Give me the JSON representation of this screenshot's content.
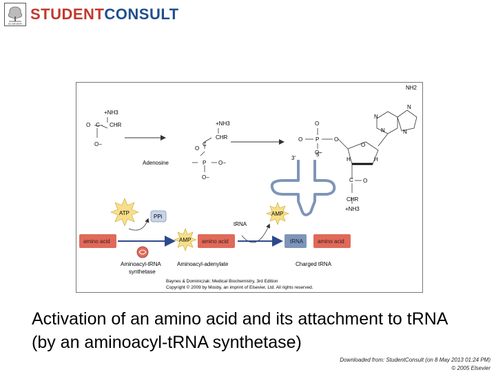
{
  "logo": {
    "publisher": "ELSEVIER",
    "student": "STUDENT",
    "consult": "CONSULT"
  },
  "diagram": {
    "nh3_top": "+NH3",
    "chr_top": "CHR",
    "c_label": "C",
    "o_label": "O",
    "o_minus": "O−",
    "p_label": "P",
    "n_label": "N",
    "h_label": "H",
    "nh2": "NH2",
    "adenosine": "Adenosine",
    "three_prime": "3'",
    "five_prime": "5'",
    "atp": "ATP",
    "ppi": "PPi",
    "amp": "AMP",
    "amp2": "AMP",
    "trna_arrow": "tRNA",
    "amino_acid_left": "amino acid",
    "amino_acid_mid": "amino acid",
    "trna_box": "tRNA",
    "amino_acid_right": "amino acid",
    "enzyme_label_1": "Aminoacyl-tRNA",
    "enzyme_label_2": "synthetase",
    "adenylate_label": "Aminoacyl-adenylate",
    "charged_trna_label": "Charged tRNA",
    "credit_1": "Baynes & Dominiczak: Medical Biochemistry, 3rd Edition",
    "credit_2": "Copyright © 2009 by Mosby, an imprint of Elsevier, Ltd. All rights reserved."
  },
  "caption": "Activation of an amino acid and its attachment to tRNA (by an aminoacyl-tRNA synthetase)",
  "footer": {
    "line1": "Downloaded from: StudentConsult (on 8 May 2013 01:24 PM)",
    "line2": "© 2005 Elsevier"
  },
  "colors": {
    "box_fill": "#e06a5a",
    "trna_fill": "#7f95b8",
    "star_fill": "#f7df8a",
    "arrow": "#2c4a8c"
  }
}
